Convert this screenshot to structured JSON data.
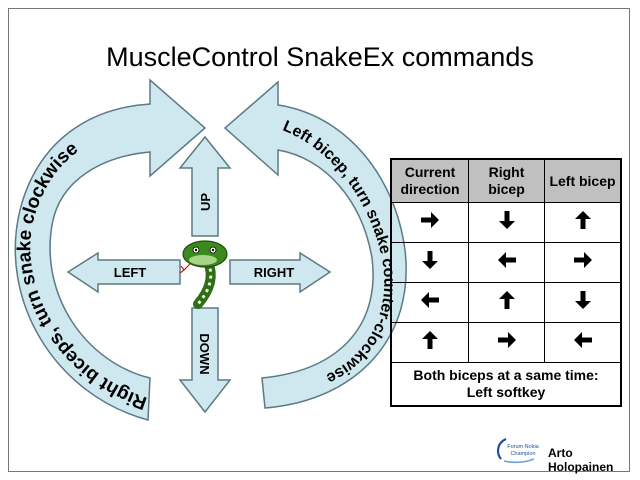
{
  "title": "MuscleControl SnakeEx commands",
  "arrows": {
    "up": "UP",
    "down": "DOWN",
    "left": "LEFT",
    "right": "RIGHT",
    "right_biceps": "Right biceps, turn snake clockwise",
    "left_bicep": "Left bicep, turn snake counter-clockwise"
  },
  "table": {
    "headers": [
      "Current direction",
      "Right bicep",
      "Left bicep"
    ],
    "rows": [
      [
        "right",
        "down",
        "up"
      ],
      [
        "down",
        "left",
        "right"
      ],
      [
        "left",
        "up",
        "down"
      ],
      [
        "up",
        "right",
        "left"
      ]
    ],
    "footer_line1": "Both biceps at a same time:",
    "footer_line2": "Left softkey"
  },
  "logo": {
    "line1": "Forum Nokia",
    "line2": "Champion"
  },
  "author": "Arto Holopainen",
  "colors": {
    "arrow_fill": "#cfe7ee",
    "arrow_stroke": "#5b7a86",
    "header_bg": "#c0c0c0",
    "snake_green": "#3c8a1e",
    "logo_blue": "#1d4f9c"
  }
}
